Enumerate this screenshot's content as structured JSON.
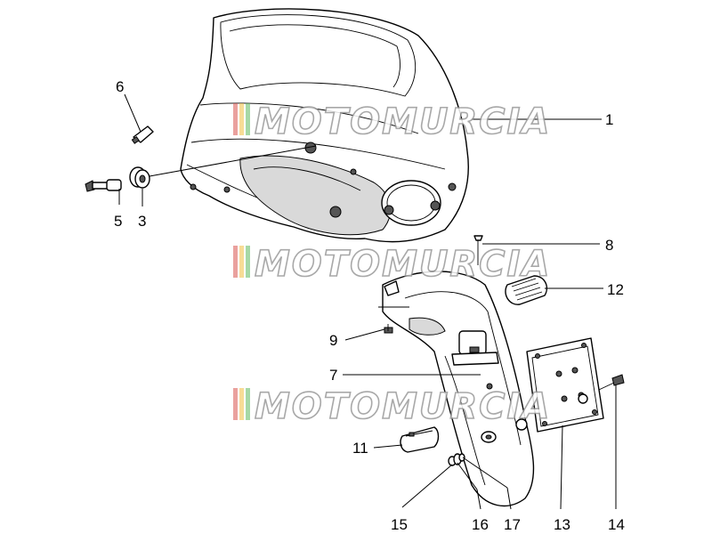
{
  "diagram": {
    "callouts": [
      {
        "id": "c1",
        "label": "1"
      },
      {
        "id": "c3",
        "label": "3"
      },
      {
        "id": "c5",
        "label": "5"
      },
      {
        "id": "c6",
        "label": "6"
      },
      {
        "id": "c7",
        "label": "7"
      },
      {
        "id": "c8",
        "label": "8"
      },
      {
        "id": "c9",
        "label": "9"
      },
      {
        "id": "c11",
        "label": "11"
      },
      {
        "id": "c12",
        "label": "12"
      },
      {
        "id": "c13",
        "label": "13"
      },
      {
        "id": "c14",
        "label": "14"
      },
      {
        "id": "c15",
        "label": "15"
      },
      {
        "id": "c16",
        "label": "16"
      },
      {
        "id": "c17",
        "label": "17"
      }
    ],
    "watermark": {
      "text": "MOTOMURCIA",
      "stripe_colors": [
        "#d9534f",
        "#f0c040",
        "#5cb85c"
      ]
    }
  }
}
